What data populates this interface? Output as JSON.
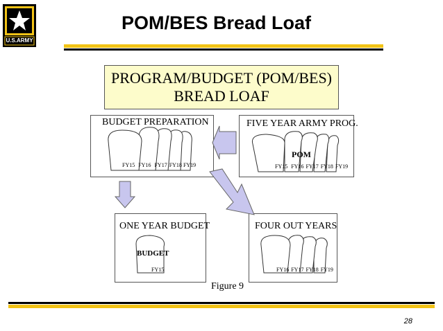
{
  "slide": {
    "title": "POM/BES Bread Loaf",
    "logo_text": "U.S.ARMY",
    "page_number": "28",
    "colors": {
      "gold": "#f2c316",
      "black": "#000000",
      "arrow": "#c8c6ee",
      "header_fill": "#fdfccb"
    }
  },
  "diagram": {
    "header_line1": "PROGRAM/BUDGET (POM/BES)",
    "header_line2": "BREAD LOAF",
    "caption": "Figure 9",
    "boxes": {
      "budget_prep": {
        "label": "BUDGET PREPARATION",
        "slices": [
          "FY15",
          "FY16",
          "FY17",
          "FY18",
          "FY19"
        ]
      },
      "five_year": {
        "label": "FIVE YEAR ARMY PROG.",
        "loaf_label": "POM",
        "slices": [
          "FY15",
          "FY16",
          "FY17",
          "FY18",
          "FY19"
        ]
      },
      "one_year": {
        "label": "ONE YEAR BUDGET",
        "loaf_label": "BUDGET",
        "slices": [
          "FY15"
        ]
      },
      "four_out": {
        "label": "FOUR OUT YEARS",
        "slices": [
          "FY16",
          "FY17",
          "FY18",
          "FY19"
        ]
      }
    }
  }
}
